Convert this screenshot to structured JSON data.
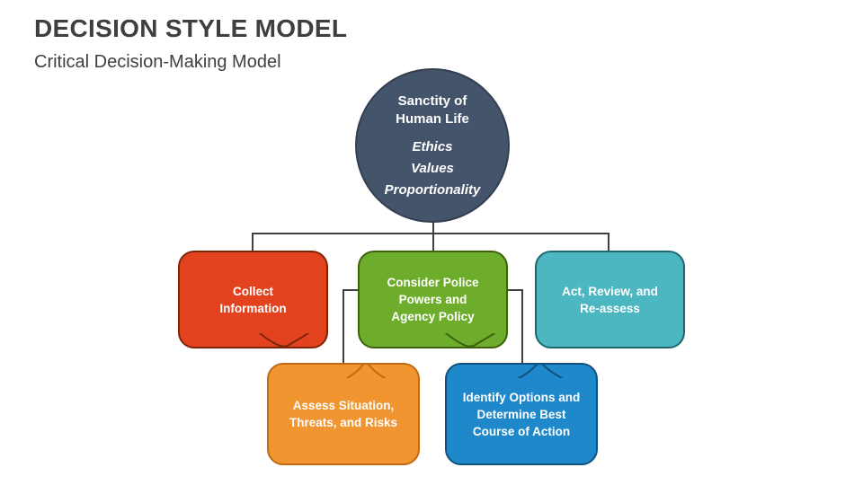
{
  "header": {
    "title": "DECISION STYLE MODEL",
    "subtitle": "Critical Decision-Making Model"
  },
  "diagram": {
    "circle": {
      "title_line1": "Sanctity of",
      "title_line2": "Human Life",
      "values": [
        "Ethics",
        "Values",
        "Proportionality"
      ],
      "colors": {
        "fill": "#44546A",
        "border": "#333F50"
      }
    },
    "boxes": [
      {
        "label": "Collect Information",
        "colors": {
          "fill": "#E2431E",
          "border": "#7E2508"
        }
      },
      {
        "label": "Consider Police Powers and Agency Policy",
        "colors": {
          "fill": "#6EAD2C",
          "border": "#3D610E"
        }
      },
      {
        "label": "Act, Review, and Re-assess",
        "colors": {
          "fill": "#4DB7C1",
          "border": "#1F676F"
        }
      },
      {
        "label": "Assess Situation, Threats, and Risks",
        "colors": {
          "fill": "#F0952F",
          "border": "#C06A14"
        }
      },
      {
        "label": "Identify Options and Determine Best Course of Action",
        "colors": {
          "fill": "#1E88CB",
          "border": "#10517E"
        }
      }
    ],
    "lines": {
      "fill": "none",
      "border": "#404040"
    }
  }
}
